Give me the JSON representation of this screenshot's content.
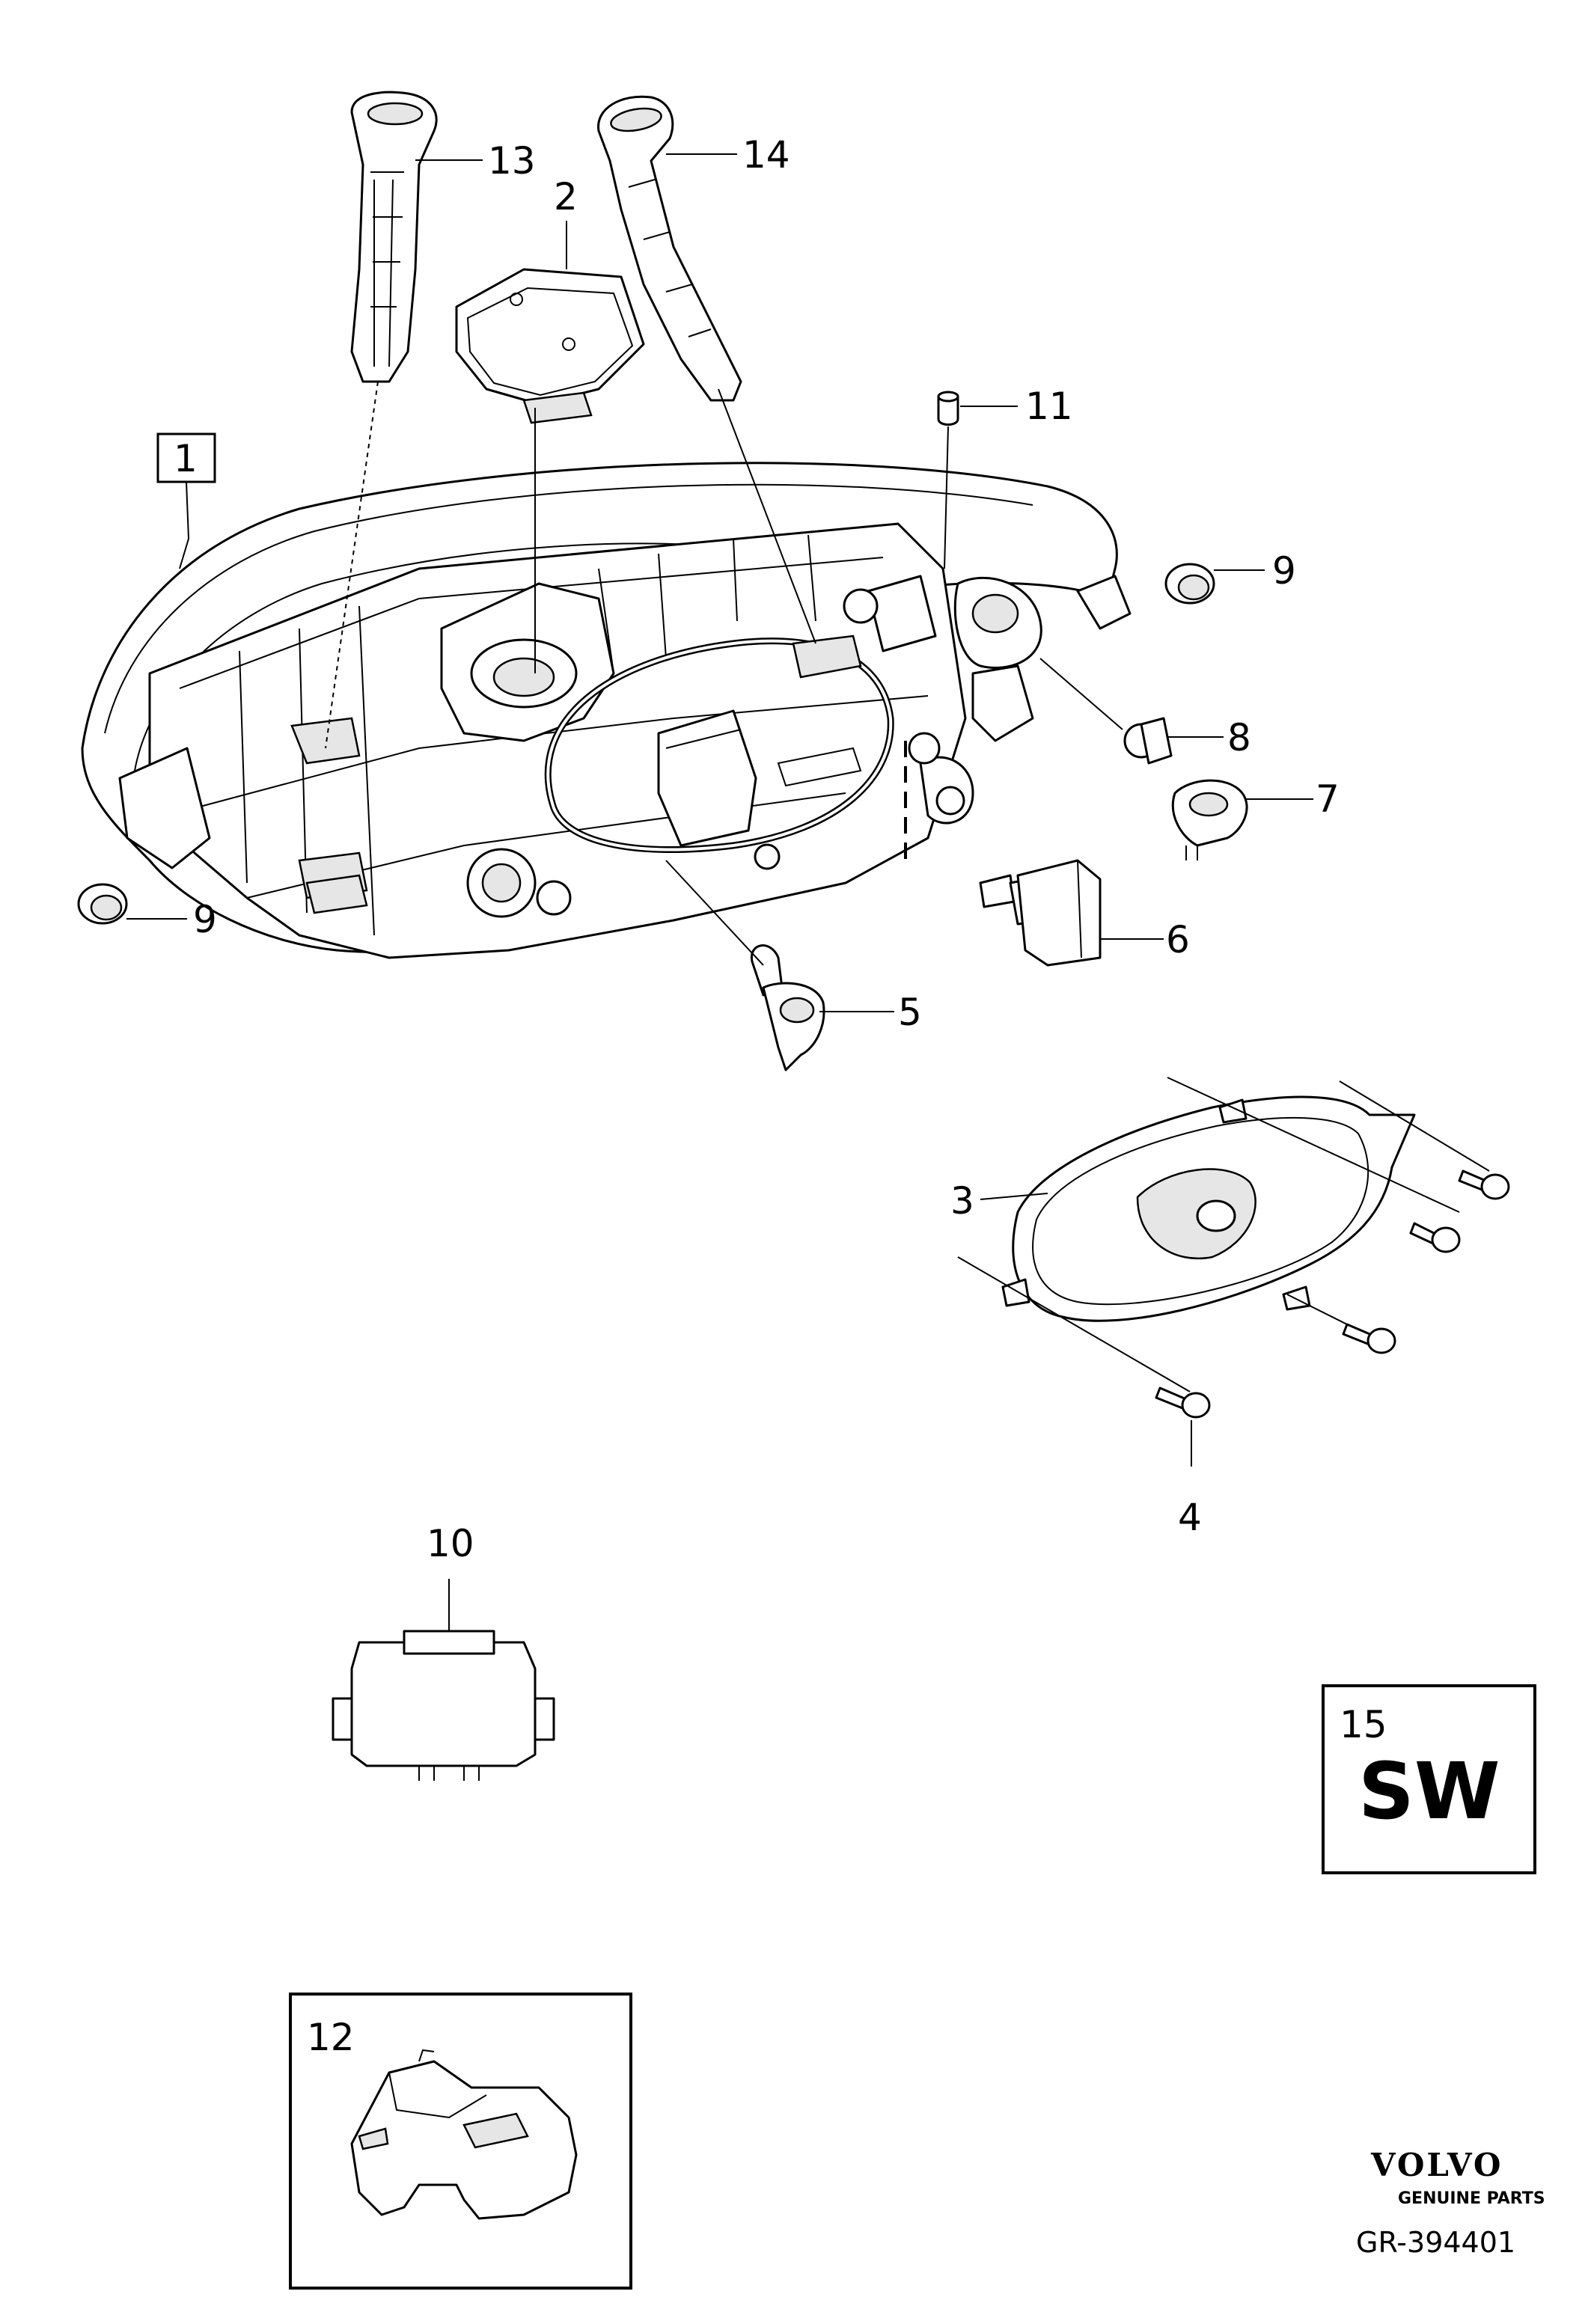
{
  "diagram": {
    "callouts": {
      "c1": "1",
      "c2": "2",
      "c3": "3",
      "c4": "4",
      "c5": "5",
      "c6": "6",
      "c7": "7",
      "c8": "8",
      "c9a": "9",
      "c9b": "9",
      "c10": "10",
      "c11": "11",
      "c12": "12",
      "c13": "13",
      "c14": "14",
      "c15": "15"
    },
    "sw_box": {
      "code": "SW"
    },
    "brand": {
      "name": "VOLVO",
      "tagline": "GENUINE PARTS"
    },
    "reference": "GR-394401"
  }
}
